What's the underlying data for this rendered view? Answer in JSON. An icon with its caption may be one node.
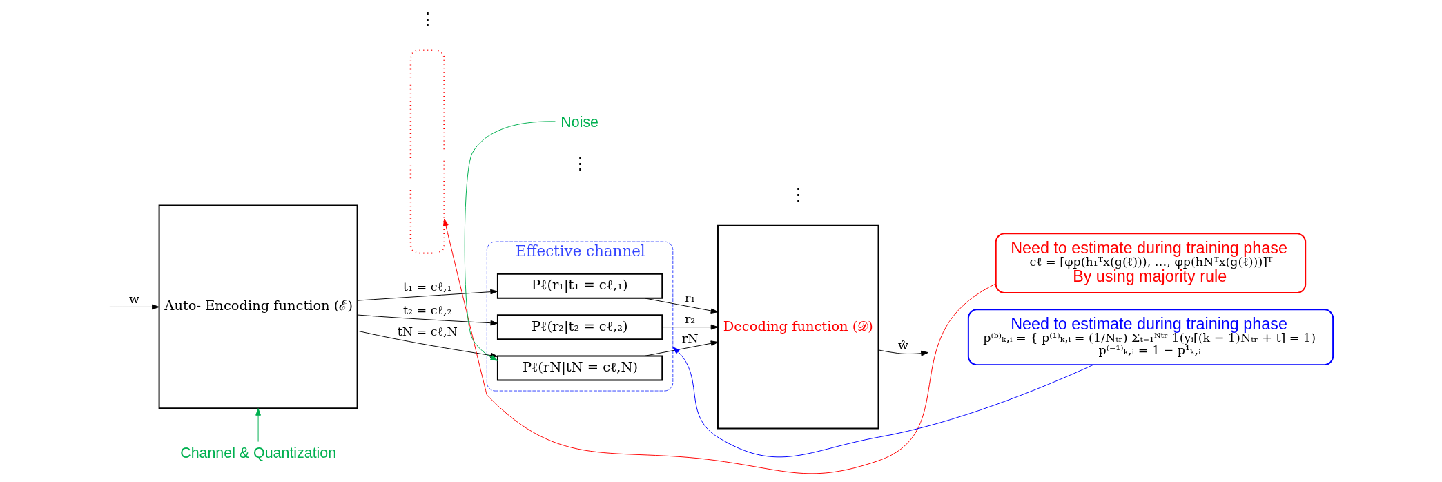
{
  "diagram": {
    "nodes": [
      {
        "text": [
          "Auto- Encoding function (ℰ)"
        ]
      },
      {
        "text": [],
        "shape": "box"
      },
      {
        "text": [
          "Effective channel"
        ]
      },
      {
        "text": [
          "Pℓ(r₁|t₁ = cℓ,₁)"
        ],
        "in": 2
      },
      {
        "text": [
          "Pℓ(r₂|t₂ = cℓ,₂)"
        ],
        "in": 2
      },
      {
        "text": [
          "Pℓ(rN|tN = cℓ,N)"
        ],
        "in": 2
      },
      {
        "text": [
          "Decoding function (𝒟)"
        ]
      },
      {
        "text": [
          "Need to estimate during training phase",
          "cℓ = [φp(h₁ᵀx(g(ℓ))), …, φp(hNᵀx(g(ℓ)))]ᵀ",
          "By using majority rule"
        ]
      },
      {
        "text": [
          "Need to estimate during training phase",
          "p⁽ᵇ⁾ₖ,ᵢ = { p⁽¹⁾ₖ,ᵢ = (1/Nₜᵣ) Σₜ₌₁ᴺᵗʳ 1(yᵢ[(k − 1)Nₜᵣ + t] = 1)",
          "p⁽⁻¹⁾ₖ,ᵢ = 1 − p¹ₖ,ᵢ"
        ]
      },
      {
        "text": [
          "Channel & Quantization"
        ]
      },
      {
        "text": [
          "Noise"
        ]
      }
    ],
    "edges": [
      {
        "from": null,
        "to": 0,
        "arrow": "to",
        "label": "w"
      },
      {
        "from": 0,
        "to": 3,
        "arrow": "to",
        "label": "t₁ = cℓ,₁"
      },
      {
        "from": 0,
        "to": 4,
        "arrow": "to",
        "label": "t₂ = cℓ,₂"
      },
      {
        "from": 0,
        "to": 5,
        "arrow": "to",
        "label": "tN = cℓ,N"
      },
      {
        "from": 3,
        "to": 6,
        "arrow": "to",
        "label": "r₁"
      },
      {
        "from": 4,
        "to": 6,
        "arrow": "to",
        "label": "r₂"
      },
      {
        "from": 5,
        "to": 6,
        "arrow": "to",
        "label": "rN"
      },
      {
        "from": 6,
        "to": null,
        "arrow": "to",
        "label": "ŵ"
      },
      {
        "from": 7,
        "to": 1,
        "arrow": "to",
        "color": "#ff0000"
      },
      {
        "from": 8,
        "to": 2,
        "arrow": "to",
        "color": "#0000ff"
      },
      {
        "from": 9,
        "to": 0,
        "arrow": "to",
        "color": "#00b050"
      },
      {
        "from": 10,
        "to": 5,
        "arrow": "to",
        "color": "#00b050"
      }
    ],
    "labels": [
      "⋮",
      "⋮",
      "⋮"
    ]
  }
}
